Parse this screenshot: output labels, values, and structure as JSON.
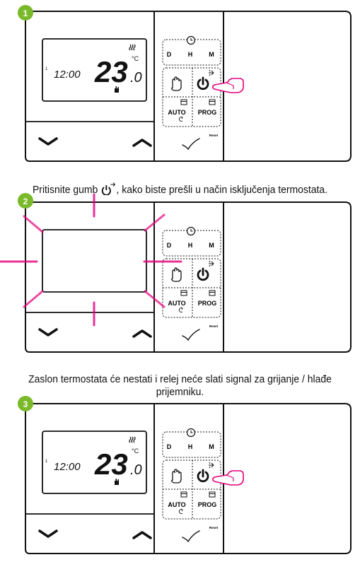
{
  "steps": [
    {
      "number": "1",
      "screen": {
        "on": true,
        "time": "12:00",
        "temperature": "23",
        "decimal": ".0",
        "unit": "°C",
        "heating_icon": "heating-icon",
        "manual_icon": "hand-icon",
        "show_hand_cursor": true
      },
      "caption_before": "Pritisnite gumb ",
      "caption_after": ", kako biste prešli u način isključenja termostata."
    },
    {
      "number": "2",
      "screen": {
        "on": false,
        "flash_rays": true
      },
      "caption": "Zaslon termostata će nestati i relej neće slati signal za grijanje / hlađe prijemniku."
    },
    {
      "number": "3",
      "screen": {
        "on": true,
        "time": "12:00",
        "temperature": "23",
        "decimal": ".0",
        "unit": "°C",
        "heating_icon": "heating-icon",
        "manual_icon": "hand-icon",
        "show_hand_cursor": true
      }
    }
  ],
  "panel": {
    "day_label": "D",
    "hour_label": "H",
    "minute_label": "M",
    "auto_label": "AUTO",
    "prog_label": "PROG",
    "reset_label": "Reset"
  },
  "colors": {
    "badge": "#7ab929",
    "flash": "#e4007c",
    "outline": "#111111"
  }
}
